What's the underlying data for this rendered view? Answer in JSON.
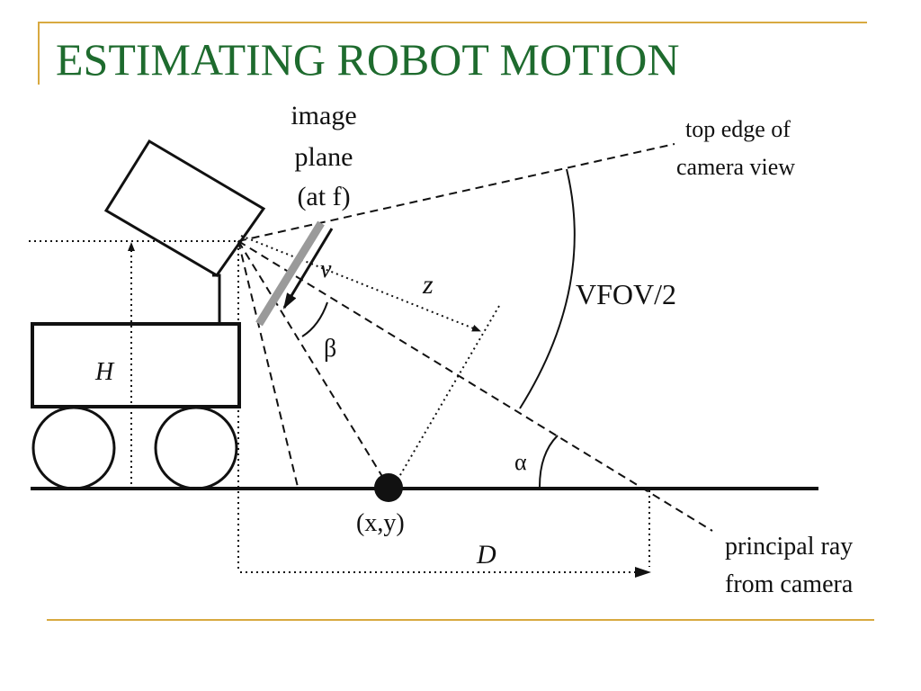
{
  "slide": {
    "title": "ESTIMATING ROBOT MOTION",
    "colors": {
      "title": "#1e6b2e",
      "rule": "#d8a940",
      "line": "#111111",
      "image_plane": "#9a9a9a"
    }
  },
  "diagram": {
    "labels": {
      "image_plane": [
        "image",
        "plane",
        "(at f)"
      ],
      "top_edge": [
        "top edge of",
        "camera view"
      ],
      "principal_ray": [
        "principal ray",
        "from camera"
      ],
      "v": "v",
      "z": "z",
      "beta": "β",
      "vfov": "VFOV/2",
      "alpha": "α",
      "H": "H",
      "point": "(x,y)",
      "D": "D"
    }
  }
}
